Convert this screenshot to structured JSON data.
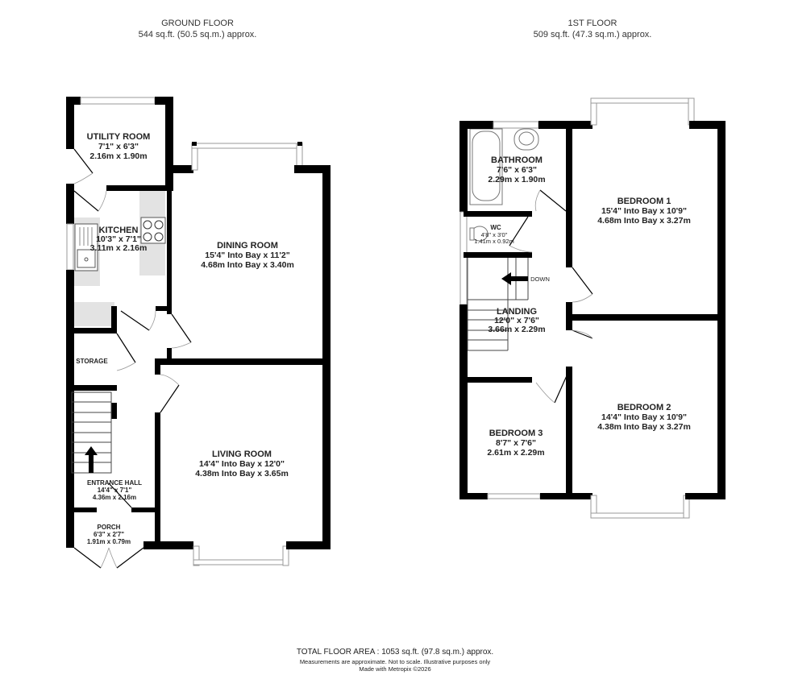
{
  "ground_floor": {
    "title": "GROUND FLOOR",
    "area": "544 sq.ft. (50.5 sq.m.) approx.",
    "rooms": [
      {
        "name": "UTILITY ROOM",
        "imperial": "7'1\"  x 6'3\"",
        "metric": "2.16m  x 1.90m"
      },
      {
        "name": "KITCHEN",
        "imperial": "10'3\"  x 7'1\"",
        "metric": "3.11m  x 2.16m"
      },
      {
        "name": "DINING ROOM",
        "imperial": "15'4\" Into Bay x 11'2\"",
        "metric": "4.68m Into Bay x 3.40m"
      },
      {
        "name": "STORAGE"
      },
      {
        "name": "LIVING ROOM",
        "imperial": "14'4\" Into Bay x 12'0\"",
        "metric": "4.38m Into Bay x 3.65m"
      },
      {
        "name": "ENTRANCE HALL",
        "imperial": "14'4\"  x 7'1\"",
        "metric": "4.36m  x 2.16m"
      },
      {
        "name": "PORCH",
        "imperial": "6'3\"  x 2'7\"",
        "metric": "1.91m  x 0.79m"
      }
    ]
  },
  "first_floor": {
    "title": "1ST FLOOR",
    "area": "509 sq.ft. (47.3 sq.m.) approx.",
    "rooms": [
      {
        "name": "BATHROOM",
        "imperial": "7'6\"  x 6'3\"",
        "metric": "2.29m  x 1.90m"
      },
      {
        "name": "BEDROOM 1",
        "imperial": "15'4\" Into Bay x 10'9\"",
        "metric": "4.68m Into Bay x 3.27m"
      },
      {
        "name": "WC",
        "imperial": "4'8\"  x 3'0\"",
        "metric": "1.41m  x 0.92m"
      },
      {
        "name": "LANDING",
        "imperial": "12'0\"  x 7'6\"",
        "metric": "3.66m  x 2.29m"
      },
      {
        "name": "BEDROOM 3",
        "imperial": "8'7\"  x 7'6\"",
        "metric": "2.61m  x 2.29m"
      },
      {
        "name": "BEDROOM 2",
        "imperial": "14'4\" Into Bay x 10'9\"",
        "metric": "4.38m Into Bay x 3.27m"
      }
    ],
    "stair_label": "DOWN"
  },
  "footer": {
    "total": "TOTAL FLOOR AREA : 1053 sq.ft. (97.8 sq.m.) approx.",
    "disclaimer": "Measurements are approximate.  Not to scale.  Illustrative purposes only",
    "credit": "Made with Metropix ©2026"
  }
}
